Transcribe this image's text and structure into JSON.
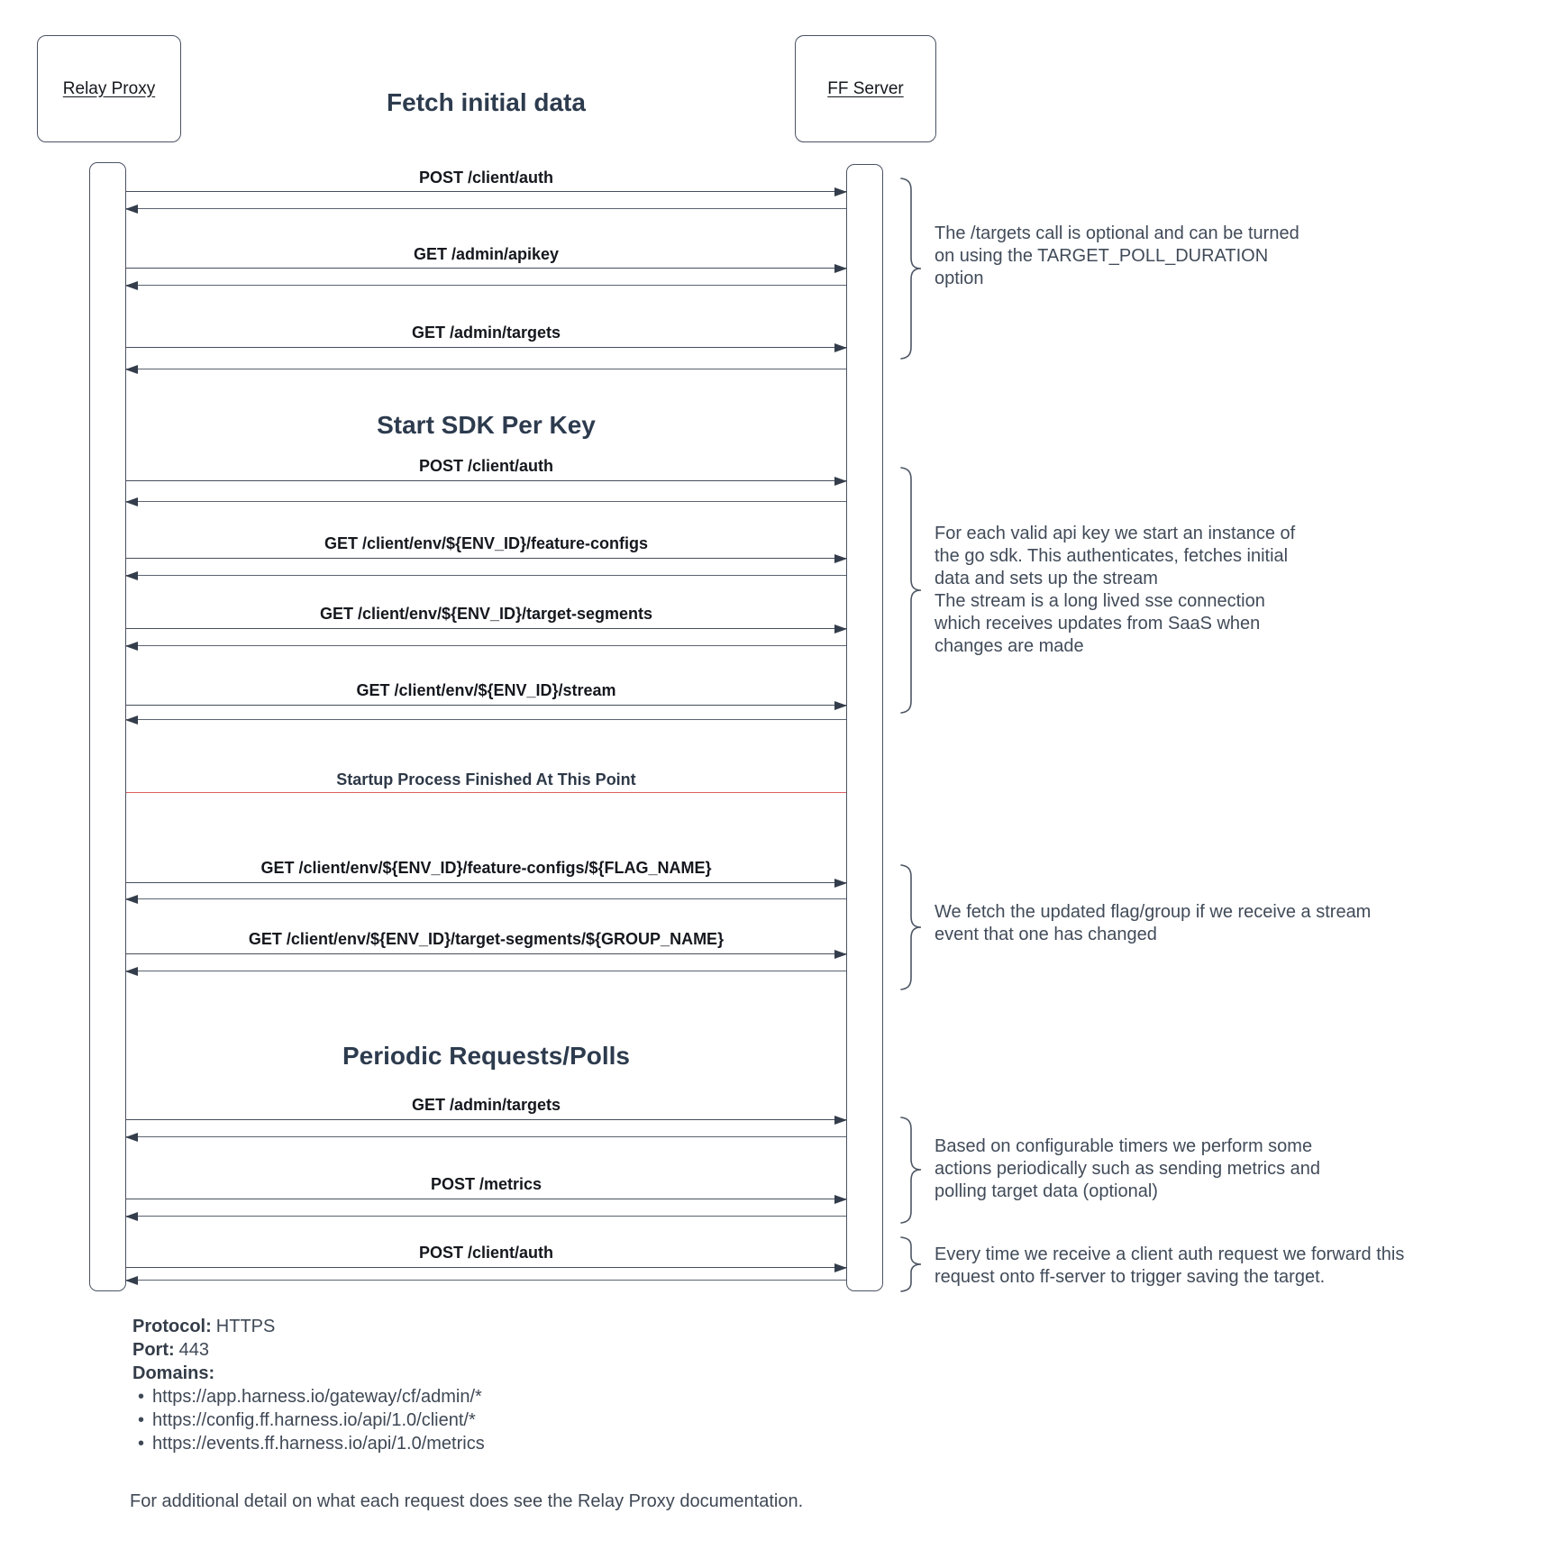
{
  "actors": {
    "left": {
      "label": "Relay Proxy"
    },
    "right": {
      "label": "FF Server"
    }
  },
  "headings": {
    "fetch_initial": "Fetch initial data",
    "start_sdk": "Start SDK Per Key",
    "periodic": "Periodic Requests/Polls"
  },
  "separator": {
    "label": "Startup Process Finished At This Point",
    "color": "#de5e5e"
  },
  "messages": [
    {
      "label": "POST /client/auth"
    },
    {
      "label": "GET /admin/apikey"
    },
    {
      "label": "GET /admin/targets"
    },
    {
      "label": "POST /client/auth"
    },
    {
      "label": "GET /client/env/${ENV_ID}/feature-configs"
    },
    {
      "label": "GET /client/env/${ENV_ID}/target-segments"
    },
    {
      "label": "GET /client/env/${ENV_ID}/stream"
    },
    {
      "label": "GET /client/env/${ENV_ID}/feature-configs/${FLAG_NAME}"
    },
    {
      "label": "GET /client/env/${ENV_ID}/target-segments/${GROUP_NAME}"
    },
    {
      "label": "GET /admin/targets"
    },
    {
      "label": "POST /metrics"
    },
    {
      "label": "POST /client/auth"
    }
  ],
  "annotations": [
    {
      "text": "The /targets call is optional and can be turned\non using the TARGET_POLL_DURATION\noption"
    },
    {
      "text": "For each valid api key we start an instance of\nthe go sdk. This authenticates, fetches initial\ndata and sets up the stream\nThe stream is a long lived sse connection\nwhich receives updates from SaaS when\nchanges are made"
    },
    {
      "text": "We fetch the updated flag/group if we receive a stream\nevent that one has changed"
    },
    {
      "text": "Based on configurable timers we perform some\nactions periodically such as sending metrics and\npolling target data (optional)"
    },
    {
      "text": "Every time we receive a client auth request we forward this\nrequest onto ff-server to trigger saving the target."
    }
  ],
  "connection_info": {
    "protocol_label": "Protocol:",
    "protocol_value": "HTTPS",
    "port_label": "Port:",
    "port_value": "443",
    "domains_label": "Domains:",
    "bullet": "•",
    "domains": [
      "https://app.harness.io/gateway/cf/admin/*",
      "https://config.ff.harness.io/api/1.0/client/*",
      "https://events.ff.harness.io/api/1.0/metrics"
    ]
  },
  "footer": "For additional detail on what each request does see the Relay Proxy documentation.",
  "colors": {
    "line": "#4a5362",
    "arrowhead": "#343d4b",
    "heading": "#2d3b4e",
    "annotation": "#414b59",
    "separator_red": "#de5e5e"
  }
}
